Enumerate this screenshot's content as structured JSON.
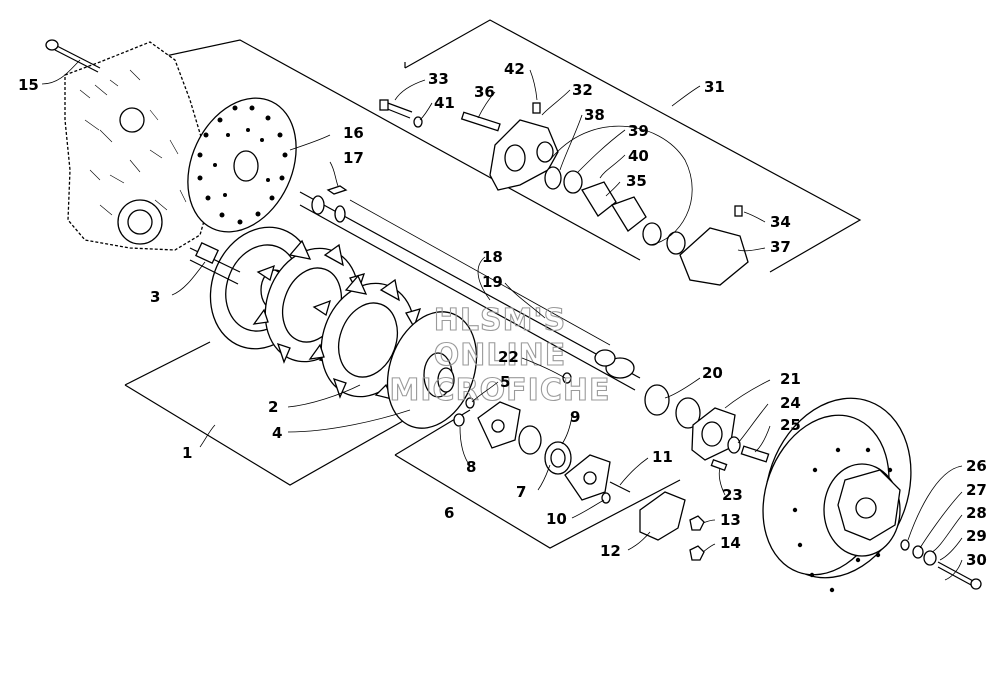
{
  "diagram": {
    "watermark": [
      "HLSM'S",
      "ONLINE",
      "MICROFICHE"
    ],
    "callouts": [
      "1",
      "2",
      "3",
      "4",
      "5",
      "6",
      "7",
      "8",
      "9",
      "10",
      "11",
      "12",
      "13",
      "14",
      "15",
      "16",
      "17",
      "18",
      "19",
      "20",
      "21",
      "22",
      "23",
      "24",
      "25",
      "26",
      "27",
      "28",
      "29",
      "30",
      "31",
      "32",
      "33",
      "34",
      "35",
      "36",
      "37",
      "38",
      "39",
      "40",
      "41",
      "42"
    ]
  }
}
